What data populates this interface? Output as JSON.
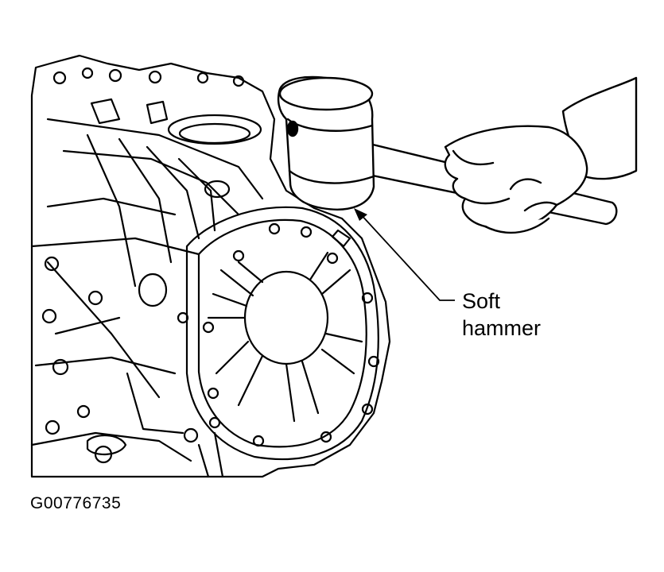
{
  "callout": {
    "label_line1": "Soft",
    "label_line2": "hammer"
  },
  "figure_id": "G00776735"
}
